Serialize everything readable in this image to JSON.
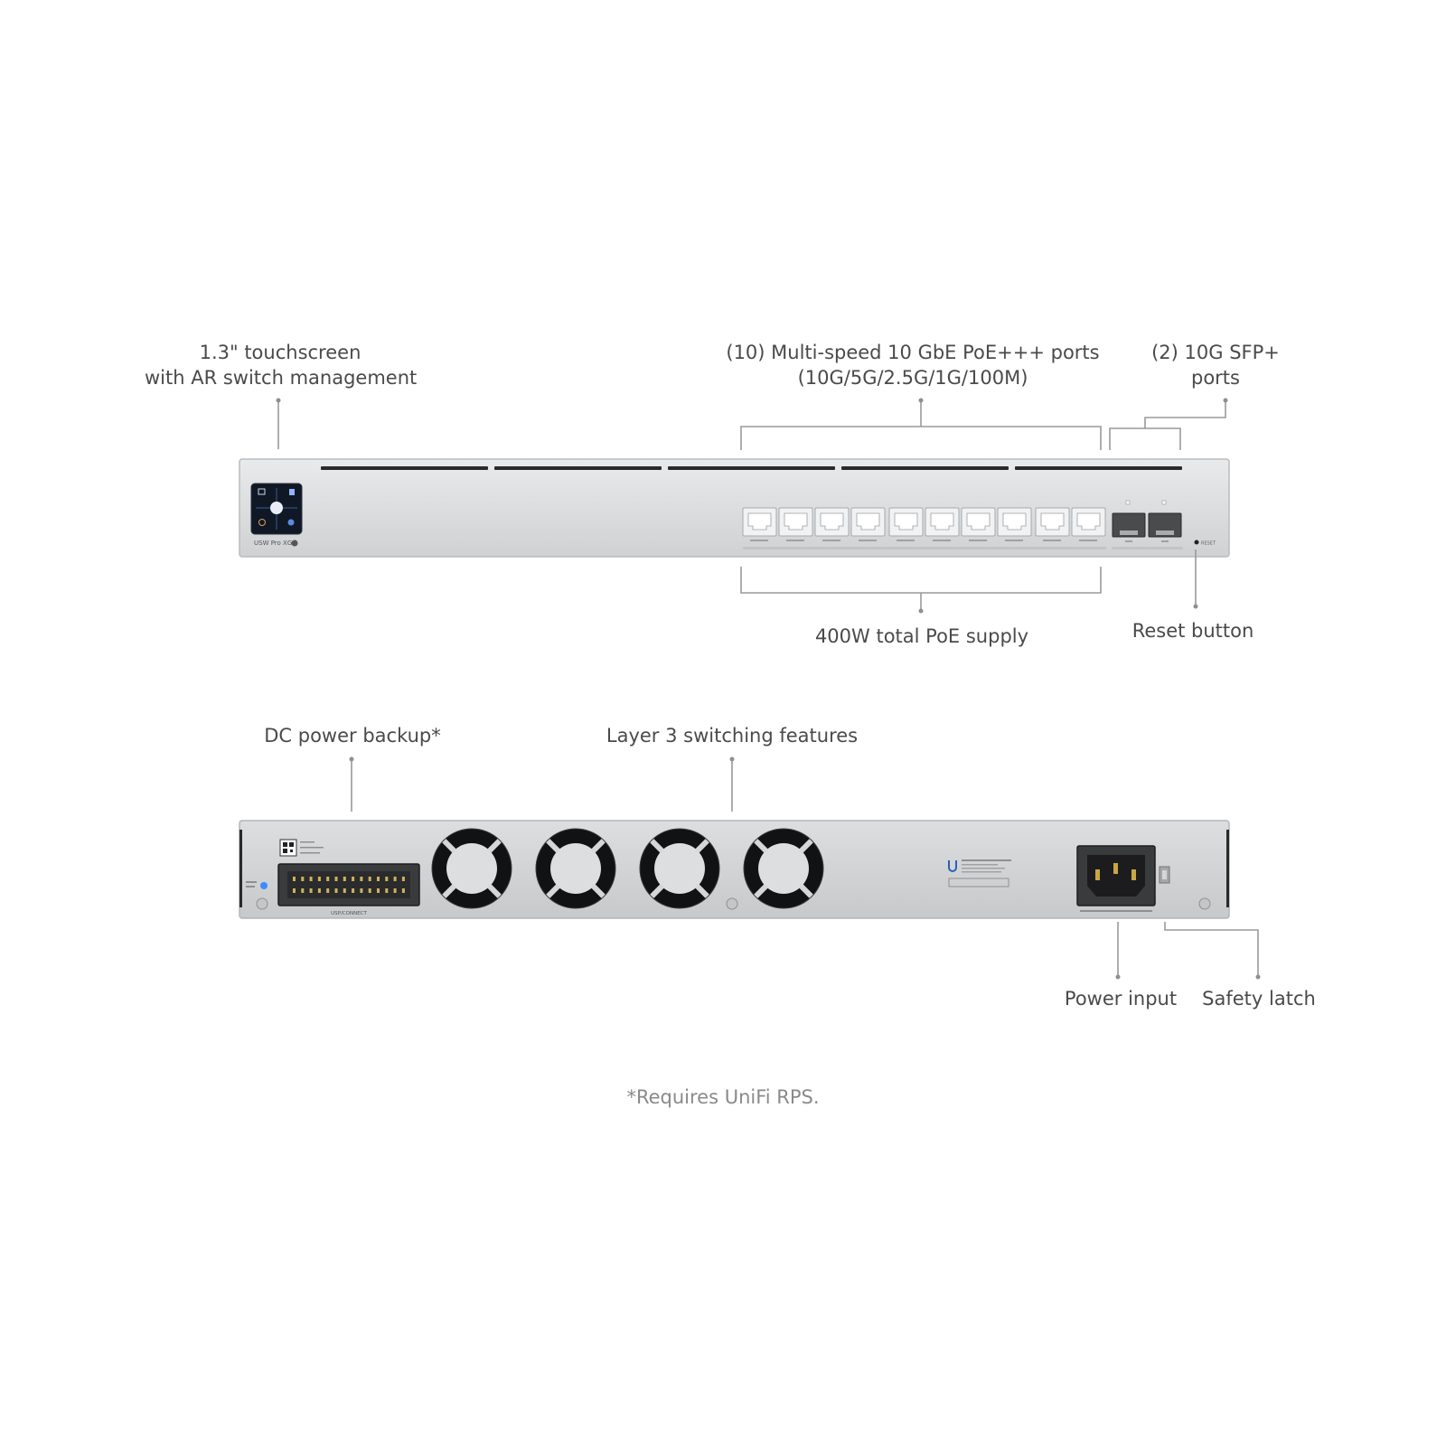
{
  "callouts": {
    "touchscreen": [
      "1.3\" touchscreen",
      "with AR switch management"
    ],
    "multispeed_ports": [
      "(10) Multi-speed 10 GbE PoE+++ ports",
      "(10G/5G/2.5G/1G/100M)"
    ],
    "sfp_ports": [
      "(2) 10G SFP+",
      "ports"
    ],
    "poe_supply": "400W total PoE supply",
    "reset_button": "Reset button",
    "dc_power_backup": "DC power backup*",
    "layer3": "Layer 3 switching features",
    "power_input": "Power input",
    "safety_latch": "Safety latch"
  },
  "footnote": "*Requires UniFi RPS.",
  "device": {
    "front_label": "USW Pro XG",
    "rj45_port_count": 10,
    "sfp_port_count": 2,
    "rear_fan_count": 4,
    "rear_dc_label": "USP/CONNECT",
    "rear_reset_label": "RESET",
    "accent_color": "#3d8bff",
    "chassis_color": "#d6d8da"
  }
}
